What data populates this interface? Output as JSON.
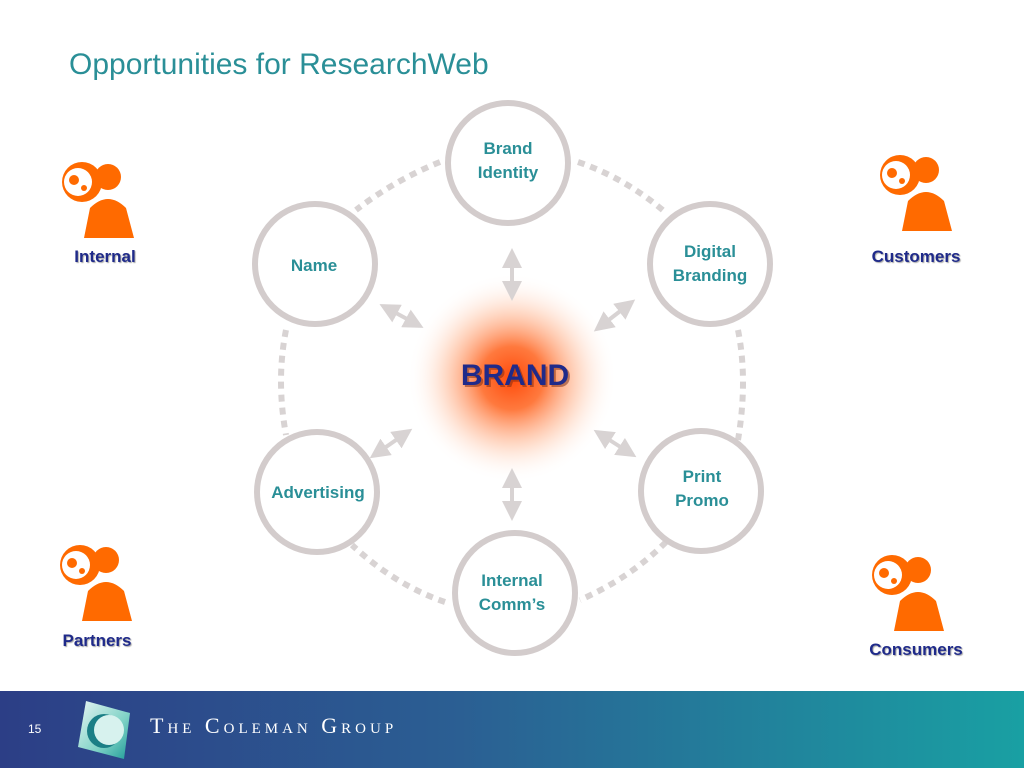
{
  "slide": {
    "title": "Opportunities for ResearchWeb",
    "page_number": "15"
  },
  "diagram": {
    "center_label": "BRAND",
    "nodes": [
      {
        "id": "brand-identity",
        "lines": [
          "Brand",
          "Identity"
        ]
      },
      {
        "id": "digital-branding",
        "lines": [
          "Digital",
          "Branding"
        ]
      },
      {
        "id": "print-promo",
        "lines": [
          "Print",
          "Promo"
        ]
      },
      {
        "id": "internal-comms",
        "lines": [
          "Internal",
          "Comm’s"
        ]
      },
      {
        "id": "advertising",
        "lines": [
          "Advertising"
        ]
      },
      {
        "id": "name",
        "lines": [
          "Name"
        ]
      }
    ]
  },
  "stakeholders": {
    "internal": {
      "label": "Internal",
      "icon": "person-network-icon"
    },
    "customers": {
      "label": "Customers",
      "icon": "person-network-icon"
    },
    "partners": {
      "label": "Partners",
      "icon": "person-network-icon"
    },
    "consumers": {
      "label": "Consumers",
      "icon": "person-network-icon"
    }
  },
  "footer": {
    "company_name": "The Coleman Group"
  },
  "colors": {
    "title": "#2a8f97",
    "node_text": "#2a8f97",
    "node_ring": "#d3cccc",
    "connector": "#d8d3d3",
    "brand_text": "#1f2a8a",
    "brand_glow": "#ff5a14",
    "stakeholder_icon": "#ff6a00",
    "stakeholder_text": "#1f2a8a"
  }
}
